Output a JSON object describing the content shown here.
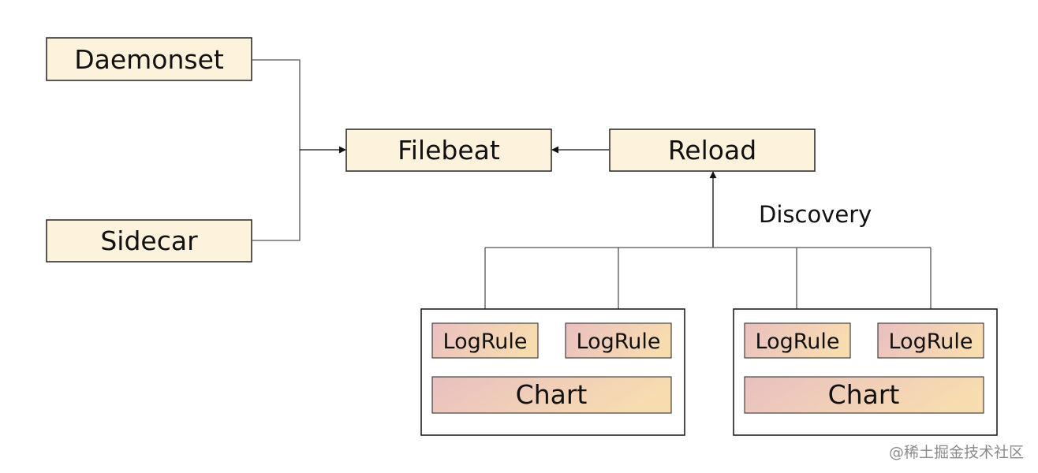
{
  "colors": {
    "box_fill": "#fdf2dc",
    "box_stroke": "#222222",
    "line": "#555555",
    "gradient_left": "#e9bfc0",
    "gradient_right": "#f7dcb0"
  },
  "nodes": {
    "daemonset": "Daemonset",
    "sidecar": "Sidecar",
    "filebeat": "Filebeat",
    "reload": "Reload",
    "discovery": "Discovery",
    "group1": {
      "logrule_a": "LogRule",
      "logrule_b": "LogRule",
      "chart": "Chart"
    },
    "group2": {
      "logrule_a": "LogRule",
      "logrule_b": "LogRule",
      "chart": "Chart"
    }
  },
  "watermark": "@稀土掘金技术社区"
}
